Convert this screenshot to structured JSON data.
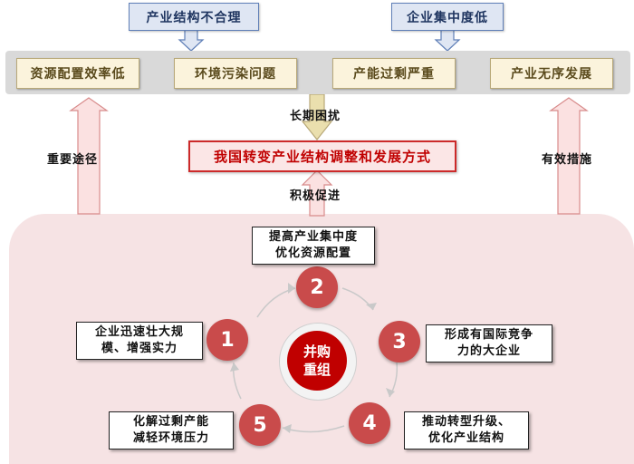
{
  "top_causes": {
    "left": "产业结构不合理",
    "right": "企业集中度低"
  },
  "problems": [
    "资源配置效率低",
    "环境污染问题",
    "产能过剩严重",
    "产业无序发展"
  ],
  "labels": {
    "long_term": "长期困扰",
    "promote": "积极促进",
    "important_way": "重要途径",
    "effective_measure": "有效措施"
  },
  "center_goal": "我国转变产业结构调整和发展方式",
  "center": {
    "line1": "并购",
    "line2": "重组"
  },
  "steps": [
    {
      "num": "1",
      "line1": "企业迅速壮大规",
      "line2": "模、增强实力"
    },
    {
      "num": "2",
      "line1": "提高产业集中度",
      "line2": "优化资源配置"
    },
    {
      "num": "3",
      "line1": "形成有国际竞争",
      "line2": "力的大企业"
    },
    {
      "num": "4",
      "line1": "推动转型升级、",
      "line2": "优化产业结构"
    },
    {
      "num": "5",
      "line1": "化解过剩产能",
      "line2": "减轻环境压力"
    }
  ],
  "colors": {
    "accent_red": "#c00000",
    "step_circle": "#c94b4b",
    "panel_pink": "#f6e3e4",
    "blue_border": "#5f7fb7"
  }
}
